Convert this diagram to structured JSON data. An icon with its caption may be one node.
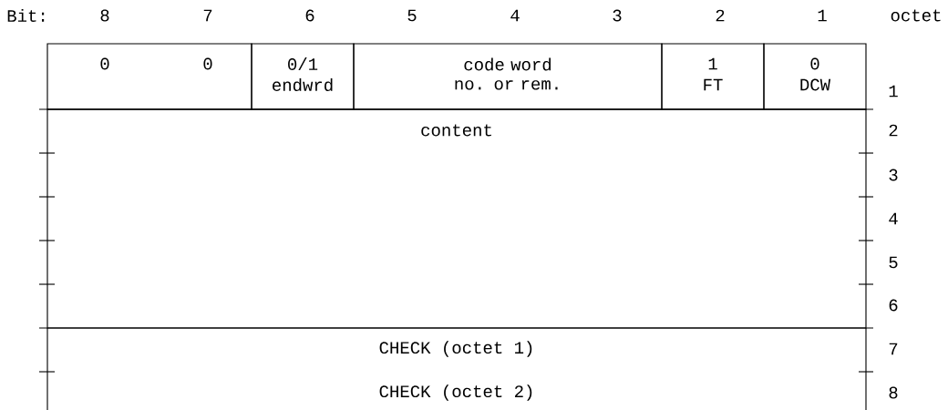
{
  "diagram": {
    "nodes": [
      {
        "text": [
          "0",
          "0"
        ]
      },
      {
        "text": [
          "0/1",
          "endwrd"
        ]
      },
      {
        "text": [
          "code word no. or rem."
        ]
      },
      {
        "text": [
          "1",
          "FT"
        ]
      },
      {
        "text": [
          "0",
          "DCW"
        ]
      },
      {
        "text": [
          "content"
        ]
      },
      {
        "text": [
          "CHECK (octet 1)"
        ]
      },
      {
        "text": [
          "CHECK (octet 2)"
        ]
      }
    ],
    "labels": [
      "Bit:",
      "8",
      "7",
      "6",
      "5",
      "4",
      "3",
      "2",
      "1",
      "octet",
      "1",
      "2",
      "3",
      "4",
      "5",
      "6",
      "7",
      "8"
    ]
  }
}
